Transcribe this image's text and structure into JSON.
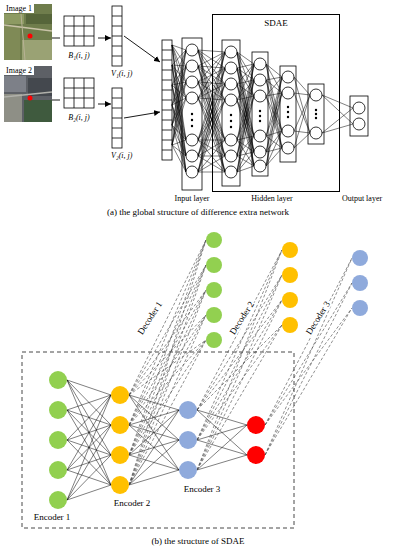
{
  "diagram": {
    "nodes": [
      {
        "text": [
          "Image 1"
        ]
      },
      {
        "text": [
          "B₁(i, j)"
        ]
      },
      {
        "text": [
          "V₁(i, j)"
        ]
      },
      {
        "text": [
          "Image 2"
        ]
      },
      {
        "text": [
          "B₂(i, j)"
        ]
      },
      {
        "text": [
          "V₂(i, j)"
        ]
      },
      {
        "text": [
          "SDAE"
        ]
      }
    ],
    "edges": [
      {
        "from": 0,
        "to": 1,
        "arrow": "none"
      },
      {
        "from": 1,
        "to": 2,
        "arrow": "to"
      },
      {
        "from": 3,
        "to": 4,
        "arrow": "none"
      },
      {
        "from": 4,
        "to": 5,
        "arrow": "to"
      }
    ],
    "labels": [
      "Input layer",
      "Hidden layer",
      "Output layer",
      "(a) the global structure of difference extra network",
      "Decoder 1",
      "Decoder 2",
      "Decoder 3",
      "Encoder 1",
      "Encoder 2",
      "Encoder 3",
      "(b) the structure of SDAE"
    ]
  }
}
